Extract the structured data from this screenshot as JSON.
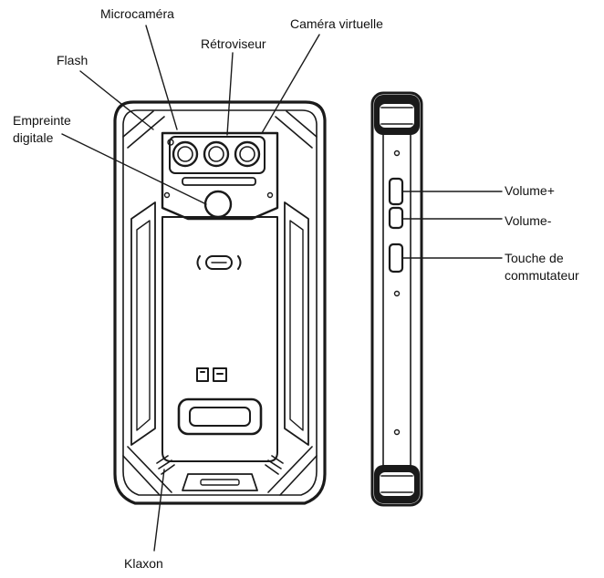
{
  "labels": {
    "microcamera": "Microcaméra",
    "retroviseur": "Rétroviseur",
    "camera_virtuelle": "Caméra virtuelle",
    "flash": "Flash",
    "empreinte_line1": "Empreinte",
    "empreinte_line2": "digitale",
    "volume_plus": "Volume+",
    "volume_minus": "Volume-",
    "touche_line1": "Touche de",
    "touche_line2": "commutateur",
    "klaxon": "Klaxon"
  },
  "colors": {
    "line": "#1a1a1a",
    "background": "#ffffff"
  }
}
